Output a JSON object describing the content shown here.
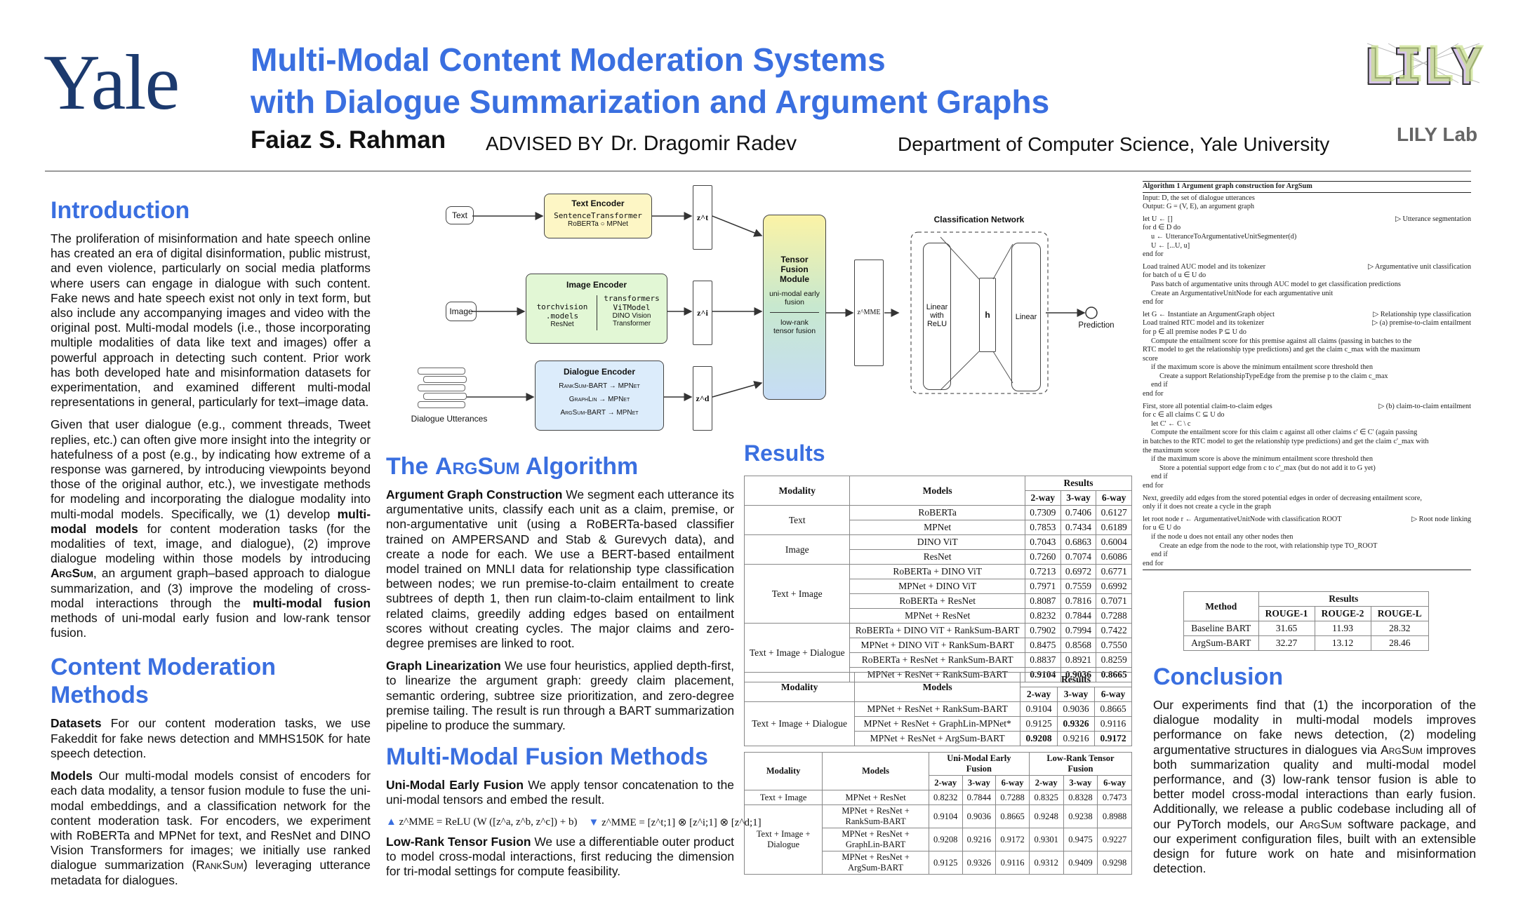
{
  "header": {
    "university": "Yale",
    "title_line1": "Multi-Modal Content Moderation Systems",
    "title_line2": "with Dialogue Summarization and Argument Graphs",
    "author": "Faiaz S. Rahman",
    "advised_by": "ADVISED BY",
    "advisor": "Dr. Dragomir Radev",
    "department": "Department of Computer Science, Yale University",
    "lab": "LILY Lab",
    "logo_text": "LILY"
  },
  "intro": {
    "heading": "Introduction",
    "p1": "The proliferation of misinformation and hate speech online has created an era of digital disinformation, public mistrust, and even violence, particularly on social media platforms where users can engage in dialogue with such content. Fake news and hate speech exist not only in text form, but also include any accompanying images and video with the original post. Multi-modal models (i.e., those incorporating multiple modalities of data like text and images) offer a powerful approach in detecting such content. Prior work has both developed hate and misinformation datasets for experimentation, and examined different multi-modal representations in general, particularly for text–image data.",
    "p2a": "Given that user dialogue (e.g., comment threads, Tweet replies, etc.) can often give more insight into the integrity or hatefulness of a post (e.g., by indicating how extreme of a response was garnered, by introducing viewpoints beyond those of the original author, etc.), we investigate methods for modeling and incorporating the dialogue modality into multi-modal models. Specifically, we (1) develop ",
    "p2b": "multi-modal models",
    "p2c": " for content moderation tasks (for the modalities of text, image, and dialogue), (2) improve dialogue modeling within those models by introducing ",
    "p2d": "ArgSum",
    "p2e": ", an argument graph–based approach to dialogue summarization, and (3) improve the modeling of cross-modal interactions through the ",
    "p2f": "multi-modal fusion",
    "p2g": " methods of uni-modal early fusion and low-rank tensor fusion."
  },
  "cm": {
    "heading": "Content Moderation Methods",
    "datasets_lead": "Datasets",
    "datasets": " For our content moderation tasks, we use Fakeddit for fake news detection and MMHS150K for hate speech detection.",
    "models_lead": "Models",
    "models_a": " Our multi-modal models consist of encoders for each data modality, a tensor fusion module to fuse the uni-modal embeddings, and a classification network for the content moderation task. For encoders, we experiment with RoBERTa and MPNet for text, and ResNet and DINO Vision Transformers for images; we initially use ranked dialogue summarization (",
    "models_b": "RankSum",
    "models_c": ") leveraging utterance metadata for dialogues."
  },
  "argsum": {
    "heading_a": "The ",
    "heading_b": "ArgSum",
    "heading_c": " Algorithm",
    "agc_lead": "Argument Graph Construction",
    "agc": "  We segment each utterance its argumentative units, classify each unit as a claim, premise, or non-argumentative unit (using a RoBERTa-based classifier trained on AMPERSAND and Stab & Gurevych data), and create a node for each. We use a BERT-based entailment model trained on MNLI data for relationship type classification between nodes; we run premise-to-claim entailment to create subtrees of depth 1, then run claim-to-claim entailment to link related claims, greedily adding edges based on entailment scores without creating cycles. The major claims and zero-degree premises are linked to root.",
    "gl_lead": "Graph Linearization",
    "gl": " We use four heuristics, applied depth-first, to linearize the argument graph: greedy claim placement, semantic ordering, subtree size prioritization, and zero-degree premise tailing. The result is run through a BART summarization pipeline to produce the summary."
  },
  "fusion": {
    "heading": "Multi-Modal Fusion Methods",
    "uef_lead": "Uni-Modal Early Fusion",
    "uef": " We apply tensor concatenation to the uni-modal tensors and embed the result.",
    "eq1": "z^MME = ReLU (W ([z^a, z^b, z^c]) + b)",
    "eq2": "z^MME = [z^t;1] ⊗ [z^i;1] ⊗ [z^d;1]",
    "lrt_lead": "Low-Rank Tensor Fusion",
    "lrt": " We use a differentiable outer product to model cross-modal interactions, first reducing the dimension for tri-modal settings for compute feasibility."
  },
  "diagram": {
    "text_in": "Text",
    "image_in": "Image",
    "dialogue_in": "Dialogue Utterances",
    "text_enc": "Text Encoder",
    "text_enc_sub1": "SentenceTransformer",
    "text_enc_sub2": "RoBERTa ○ MPNet",
    "img_enc": "Image Encoder",
    "img_enc_l1": "torchvision",
    "img_enc_l2": ".models",
    "img_enc_l3": "ResNet",
    "img_enc_r1": "transformers",
    "img_enc_r2": "ViTModel",
    "img_enc_r3": "DINO Vision",
    "img_enc_r4": "Transformer",
    "dlg_enc": "Dialogue Encoder",
    "dlg_1": "RankSum-BART → MPNet",
    "dlg_2": "GraphLin → MPNet",
    "dlg_3": "ArgSum-BART → MPNet",
    "zt": "z^t",
    "zi": "z^i",
    "zd": "z^d",
    "tfm_title": "Tensor Fusion Module",
    "tfm_a": "uni-modal early fusion",
    "tfm_b": "low-rank tensor fusion",
    "zmme": "z^MME",
    "cls_net": "Classification Network",
    "lin_relu": "Linear with ReLU",
    "h": "h",
    "linear": "Linear",
    "prediction": "Prediction"
  },
  "results": {
    "heading": "Results",
    "t1": {
      "head_modality": "Modality",
      "head_models": "Models",
      "head_results": "Results",
      "cols": [
        "2-way",
        "3-way",
        "6-way"
      ],
      "groups": [
        {
          "modality": "Text",
          "rows": [
            [
              "RoBERTa",
              "0.7309",
              "0.7406",
              "0.6127"
            ],
            [
              "MPNet",
              "0.7853",
              "0.7434",
              "0.6189"
            ]
          ]
        },
        {
          "modality": "Image",
          "rows": [
            [
              "DINO ViT",
              "0.7043",
              "0.6863",
              "0.6004"
            ],
            [
              "ResNet",
              "0.7260",
              "0.7074",
              "0.6086"
            ]
          ]
        },
        {
          "modality": "Text + Image",
          "rows": [
            [
              "RoBERTa + DINO ViT",
              "0.7213",
              "0.6972",
              "0.6771"
            ],
            [
              "MPNet + DINO ViT",
              "0.7971",
              "0.7559",
              "0.6992"
            ],
            [
              "RoBERTa + ResNet",
              "0.8087",
              "0.7816",
              "0.7071"
            ],
            [
              "MPNet + ResNet",
              "0.8232",
              "0.7844",
              "0.7288"
            ]
          ]
        },
        {
          "modality": "Text + Image + Dialogue",
          "rows": [
            [
              "RoBERTa + DINO ViT + RankSum-BART",
              "0.7902",
              "0.7994",
              "0.7422"
            ],
            [
              "MPNet + DINO ViT + RankSum-BART",
              "0.8475",
              "0.8568",
              "0.7550"
            ],
            [
              "RoBERTa + ResNet + RankSum-BART",
              "0.8837",
              "0.8921",
              "0.8259"
            ],
            [
              "MPNet + ResNet + RankSum-BART",
              "0.9104",
              "0.9036",
              "0.8665"
            ]
          ]
        }
      ]
    },
    "t2": {
      "modality": "Text + Image + Dialogue",
      "rows": [
        [
          "MPNet + ResNet + RankSum-BART",
          "0.9104",
          "0.9036",
          "0.8665"
        ],
        [
          "MPNet + ResNet + GraphLin-MPNet*",
          "0.9125",
          "0.9326",
          "0.9116"
        ],
        [
          "MPNet + ResNet + ArgSum-BART",
          "0.9208",
          "0.9216",
          "0.9172"
        ]
      ]
    },
    "t3": {
      "head_uef": "Uni-Modal Early Fusion",
      "head_lrt": "Low-Rank Tensor Fusion",
      "rows_ti": [
        "Text + Image",
        "MPNet + ResNet",
        "0.8232",
        "0.7844",
        "0.7288",
        "0.8325",
        "0.8328",
        "0.7473"
      ],
      "modality2": "Text + Image + Dialogue",
      "rows": [
        [
          "MPNet + ResNet + RankSum-BART",
          "0.9104",
          "0.9036",
          "0.8665",
          "0.9248",
          "0.9238",
          "0.8988"
        ],
        [
          "MPNet + ResNet + GraphLin-BART",
          "0.9208",
          "0.9216",
          "0.9172",
          "0.9301",
          "0.9475",
          "0.9227"
        ],
        [
          "MPNet + ResNet + ArgSum-BART",
          "0.9125",
          "0.9326",
          "0.9116",
          "0.9312",
          "0.9409",
          "0.9298"
        ]
      ]
    },
    "rouge": {
      "head_method": "Method",
      "head_results": "Results",
      "cols": [
        "ROUGE-1",
        "ROUGE-2",
        "ROUGE-L"
      ],
      "rows": [
        [
          "Baseline BART",
          "31.65",
          "11.93",
          "28.32"
        ],
        [
          "ArgSum-BART",
          "32.27",
          "13.12",
          "28.46"
        ]
      ]
    }
  },
  "algorithm": {
    "title": "Algorithm 1 Argument graph construction for ArgSum",
    "lines": [
      [
        "0",
        "Input: D, the set of dialogue utterances",
        ""
      ],
      [
        "0",
        "Output: G = (V, E), an argument graph",
        ""
      ],
      [
        "0",
        "",
        ""
      ],
      [
        "0",
        "let U ← []",
        "▷ Utterance segmentation"
      ],
      [
        "0",
        "for d ∈ D do",
        ""
      ],
      [
        "1",
        "u ← UtteranceToArgumentativeUnitSegmenter(d)",
        ""
      ],
      [
        "1",
        "U ← [...U, u]",
        ""
      ],
      [
        "0",
        "end for",
        ""
      ],
      [
        "0",
        "",
        ""
      ],
      [
        "0",
        "Load trained AUC model and its tokenizer",
        "▷ Argumentative unit classification"
      ],
      [
        "0",
        "for batch of u ∈ U do",
        ""
      ],
      [
        "1",
        "Pass batch of argumentative units through AUC model to get classification predictions",
        ""
      ],
      [
        "1",
        "Create an ArgumentativeUnitNode for each argumentative unit",
        ""
      ],
      [
        "0",
        "end for",
        ""
      ],
      [
        "0",
        "",
        ""
      ],
      [
        "0",
        "let G ← Instantiate an ArgumentGraph object",
        "▷ Relationship type classification"
      ],
      [
        "0",
        "Load trained RTC model and its tokenizer",
        "▷ (a) premise-to-claim entailment"
      ],
      [
        "0",
        "for p ∈ all premise nodes P ⊆ U do",
        ""
      ],
      [
        "1",
        "Compute the entailment score for this premise against all claims (passing in batches to the",
        ""
      ],
      [
        "0",
        "RTC model to get the relationship type predictions) and get the claim c_max with the maximum",
        ""
      ],
      [
        "0",
        "score",
        ""
      ],
      [
        "1",
        "if the maximum score is above the minimum entailment score threshold then",
        ""
      ],
      [
        "2",
        "Create a support RelationshipTypeEdge from the premise p to the claim c_max",
        ""
      ],
      [
        "1",
        "end if",
        ""
      ],
      [
        "0",
        "end for",
        ""
      ],
      [
        "0",
        "",
        ""
      ],
      [
        "0",
        "First, store all potential claim-to-claim edges",
        "▷ (b) claim-to-claim entailment"
      ],
      [
        "0",
        "for c ∈ all claims C ⊆ U do",
        ""
      ],
      [
        "1",
        "let C' ← C \\ c",
        ""
      ],
      [
        "1",
        "Compute the entailment score for this claim c against all other claims c' ∈ C' (again passing",
        ""
      ],
      [
        "0",
        "in batches to the RTC model to get the relationship type predictions) and get the claim c'_max with",
        ""
      ],
      [
        "0",
        "the maximum score",
        ""
      ],
      [
        "1",
        "if the maximum score is above the minimum entailment score threshold then",
        ""
      ],
      [
        "2",
        "Store a potential support edge from c to c'_max (but do not add it to G yet)",
        ""
      ],
      [
        "1",
        "end if",
        ""
      ],
      [
        "0",
        "end for",
        ""
      ],
      [
        "0",
        "",
        ""
      ],
      [
        "0",
        "Next, greedily add edges from the stored potential edges in order of decreasing entailment score,",
        ""
      ],
      [
        "0",
        "only if it does not create a cycle in the graph",
        ""
      ],
      [
        "0",
        "",
        ""
      ],
      [
        "0",
        "let root node r ← ArgumentativeUnitNode with classification ROOT",
        "▷ Root node linking"
      ],
      [
        "0",
        "for u ∈ U do",
        ""
      ],
      [
        "1",
        "if the node u does not entail any other nodes then",
        ""
      ],
      [
        "2",
        "Create an edge from the node to the root, with relationship type TO_ROOT",
        ""
      ],
      [
        "1",
        "end if",
        ""
      ],
      [
        "0",
        "end for",
        ""
      ]
    ]
  },
  "conclusion": {
    "heading": "Conclusion",
    "a": "Our experiments find that (1) the incorporation of the dialogue modality in multi-modal models improves performance on fake news detection, (2) modeling argumentative structures in dialogues via ",
    "b": "ArgSum",
    "c": " improves both summarization quality and multi-modal model performance, and (3) low-rank tensor fusion is able to better model cross-modal interactions than early fusion. Additionally, we release a public codebase including all of our PyTorch models, our ",
    "d": "ArgSum",
    "e": " software package, and our experiment configuration files, built with an extensible design for future work on hate and misinformation detection."
  },
  "colors": {
    "accent": "#3a6fe0",
    "yale": "#1c3a6e",
    "text_enc": "#fdf6c5",
    "img_enc": "#e2f7d5",
    "dlg_enc": "#dcecfb"
  }
}
